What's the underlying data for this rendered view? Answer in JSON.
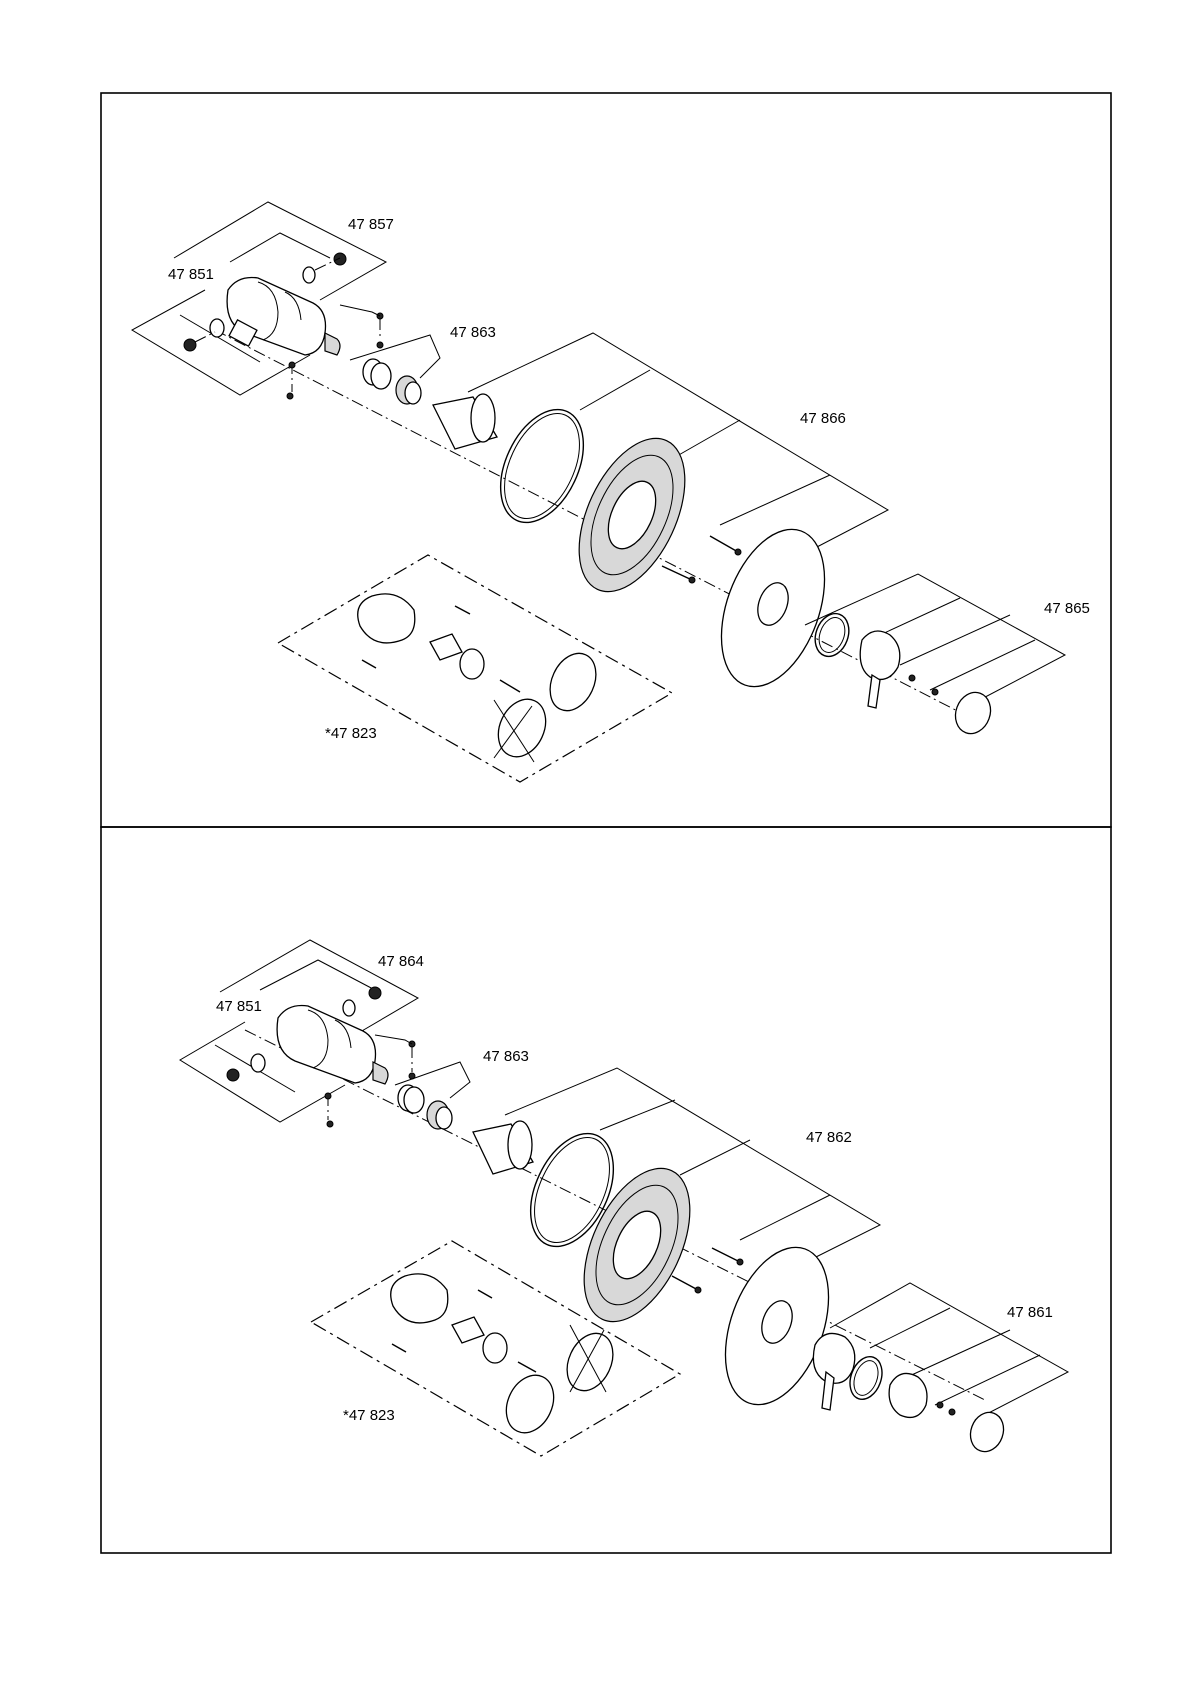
{
  "panels": [
    {
      "labels": {
        "body_kit": "47 851",
        "stop_kit": "47 857",
        "cartridge_kit": "47 863",
        "sleeve_kit": "47 866",
        "handle_kit": "47 865",
        "extension_kit": "*47 823"
      }
    },
    {
      "labels": {
        "body_kit": "47 851",
        "stop_kit": "47 864",
        "cartridge_kit": "47 863",
        "sleeve_kit": "47 862",
        "handle_kit": "47 861",
        "extension_kit": "*47 823"
      }
    }
  ]
}
